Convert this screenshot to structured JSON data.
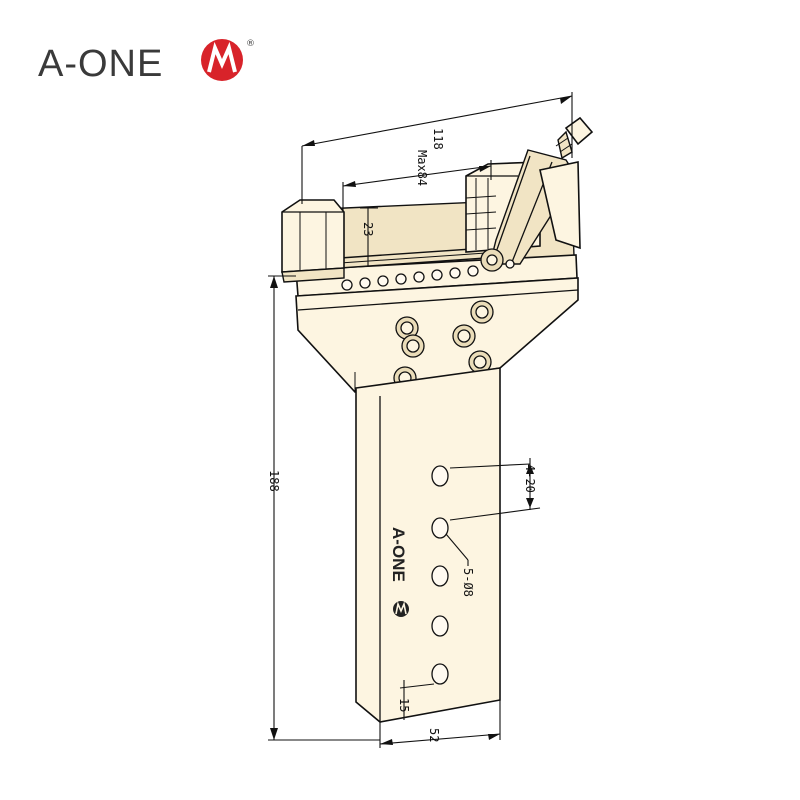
{
  "brand": {
    "name": "A-ONE",
    "registered_mark": "®",
    "colors": {
      "logo_red": "#d8232a",
      "text": "#3a3a3a",
      "drawing_fill": "#fdf5e1"
    }
  },
  "part_marking": {
    "text": "A-ONE"
  },
  "dimensions": {
    "overall_width": "118",
    "jaw_opening": "Max84",
    "jaw_height": "23",
    "overall_height": "188",
    "hole_pitch": "4-20",
    "hole_spec": "5-Ø8",
    "edge_offset": "15",
    "bar_width": "52"
  }
}
